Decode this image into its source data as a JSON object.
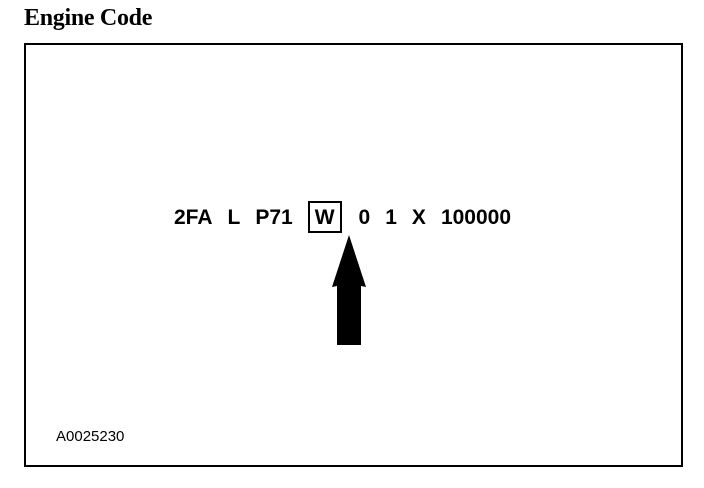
{
  "heading": "Engine Code",
  "code_segments": [
    {
      "text": "2FA",
      "highlighted": false
    },
    {
      "text": "L",
      "highlighted": false
    },
    {
      "text": "P71",
      "highlighted": false
    },
    {
      "text": "W",
      "highlighted": true
    },
    {
      "text": "0",
      "highlighted": false
    },
    {
      "text": "1",
      "highlighted": false
    },
    {
      "text": "X",
      "highlighted": false
    },
    {
      "text": "100000",
      "highlighted": false
    }
  ],
  "indicator": {
    "icon": "up-arrow-icon",
    "points_to": "W"
  },
  "figure_id": "A0025230",
  "colors": {
    "ink": "#000000",
    "background": "#ffffff"
  }
}
